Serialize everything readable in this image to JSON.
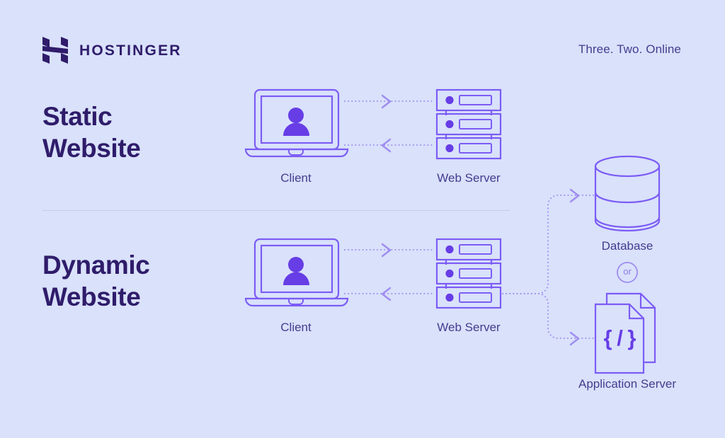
{
  "brand": {
    "logo_icon": "hostinger-h-mark-icon",
    "name": "HOSTINGER",
    "tagline": "Three. Two. Online"
  },
  "colors": {
    "background": "#d9e1fb",
    "heading": "#2f1c6a",
    "label": "#453c8e",
    "stroke": "#7c5cf5",
    "accent_fill": "#673de6",
    "dotted": "#9f8df0",
    "divider": "#c2ccef"
  },
  "sections": [
    {
      "id": "static",
      "title": "Static\nWebsite",
      "title_line1": "Static",
      "title_line2": "Website",
      "nodes": [
        {
          "id": "client",
          "label": "Client",
          "icon": "laptop-user-icon"
        },
        {
          "id": "web-server",
          "label": "Web Server",
          "icon": "server-rack-icon"
        }
      ],
      "flows": [
        {
          "from": "client",
          "to": "web-server",
          "direction": "right",
          "style": "dotted"
        },
        {
          "from": "web-server",
          "to": "client",
          "direction": "left",
          "style": "dotted"
        }
      ]
    },
    {
      "id": "dynamic",
      "title": "Dynamic\nWebsite",
      "title_line1": "Dynamic",
      "title_line2": "Website",
      "nodes": [
        {
          "id": "client",
          "label": "Client",
          "icon": "laptop-user-icon"
        },
        {
          "id": "web-server",
          "label": "Web Server",
          "icon": "server-rack-icon"
        },
        {
          "id": "database",
          "label": "Database",
          "icon": "database-cylinder-icon"
        },
        {
          "id": "application-server",
          "label": "Application Server",
          "icon": "code-documents-icon"
        }
      ],
      "connector_badge": "or",
      "flows": [
        {
          "from": "client",
          "to": "web-server",
          "direction": "right",
          "style": "dotted"
        },
        {
          "from": "web-server",
          "to": "client",
          "direction": "left",
          "style": "dotted"
        },
        {
          "from": "web-server",
          "to": "database",
          "direction": "right",
          "style": "dotted"
        },
        {
          "from": "web-server",
          "to": "application-server",
          "direction": "right",
          "style": "dotted"
        }
      ]
    }
  ],
  "labels": {
    "static_client": "Client",
    "static_web_server": "Web Server",
    "dynamic_client": "Client",
    "dynamic_web_server": "Web Server",
    "database": "Database",
    "application_server": "Application Server",
    "or_badge": "or",
    "code_glyph": "{ / }"
  }
}
